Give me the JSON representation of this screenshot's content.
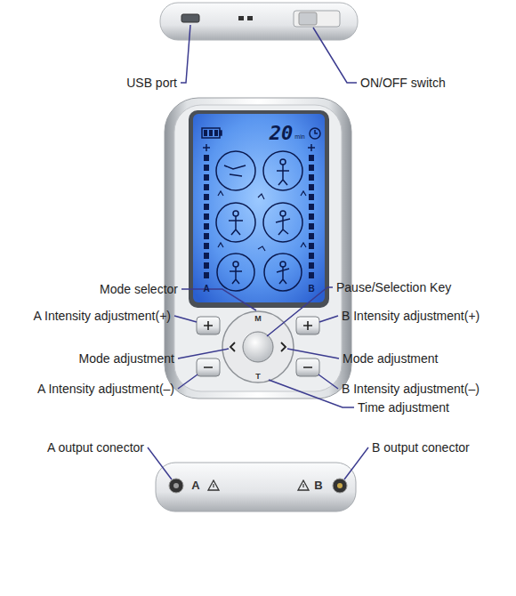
{
  "diagram": {
    "labels": [
      "USB port",
      "ON/OFF switch",
      "Mode selector",
      "Pause/Selection Key",
      "A Intensity adjustment(+)",
      "B Intensity adjustment(+)",
      "Mode adjustment",
      "Mode adjustment",
      "A Intensity adjustment(–)",
      "B Intensity adjustment(–)",
      "Time adjustment",
      "A output conector",
      "B output conector",
      "20",
      "min",
      "M",
      "T",
      "A",
      "B",
      "A",
      "B"
    ]
  }
}
